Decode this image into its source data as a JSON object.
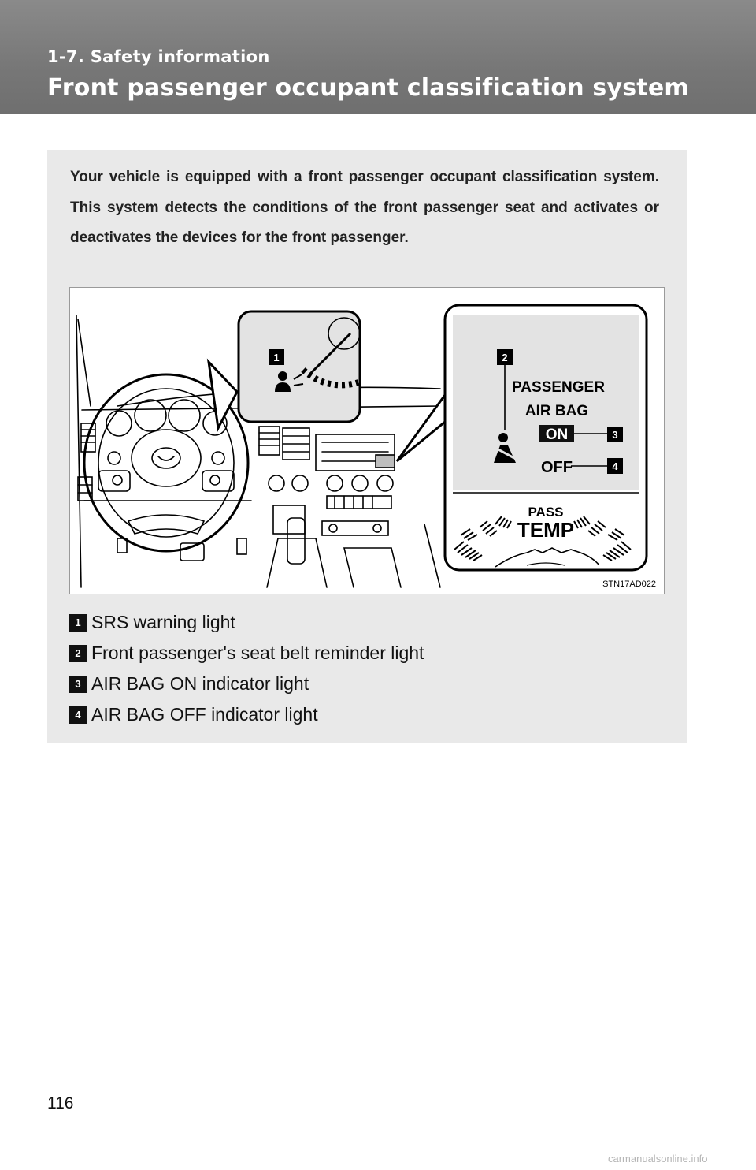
{
  "header": {
    "section": "1-7. Safety information",
    "title": "Front passenger occupant classification system"
  },
  "intro": "Your vehicle is equipped with a front passenger occupant classification system. This system detects the conditions of the front passenger seat and activates or deactivates the devices for the front passenger.",
  "figure": {
    "code": "STN17AD022",
    "callouts": [
      "1",
      "2",
      "3",
      "4"
    ],
    "panel_text": {
      "passenger": "PASSENGER",
      "air_bag": "AIR BAG",
      "on": "ON",
      "off": "OFF",
      "pass": "PASS",
      "temp": "TEMP"
    }
  },
  "legend": [
    {
      "num": "1",
      "text": "SRS warning light"
    },
    {
      "num": "2",
      "text": "Front passenger's seat belt reminder light"
    },
    {
      "num": "3",
      "text": "AIR BAG ON indicator light"
    },
    {
      "num": "4",
      "text": "AIR BAG OFF indicator light"
    }
  ],
  "page_number": "116",
  "watermark": "carmanualsonline.info"
}
